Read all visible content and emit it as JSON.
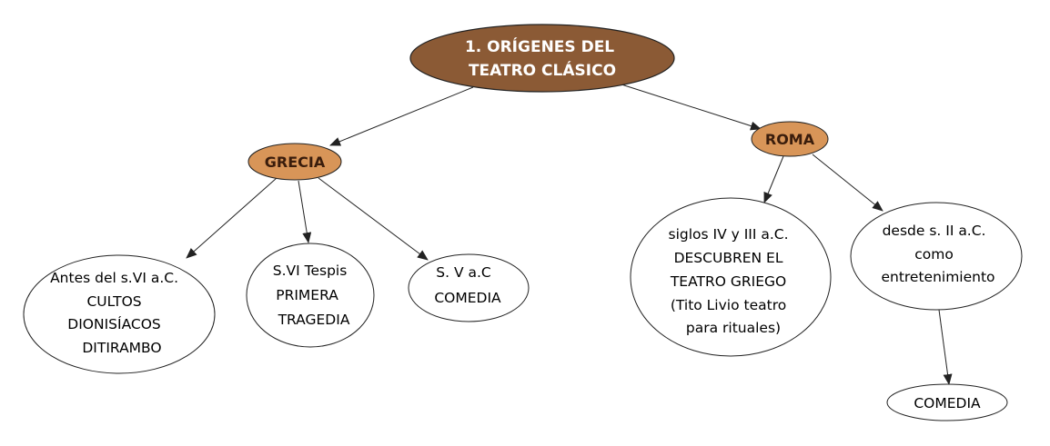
{
  "diagram": {
    "root": {
      "lines": [
        "1. ORÍGENES DEL",
        "TEATRO CLÁSICO"
      ],
      "fill": "#8b5a35"
    },
    "grecia": {
      "lines": [
        "GRECIA"
      ],
      "fill": "#d89558"
    },
    "roma": {
      "lines": [
        "ROMA"
      ],
      "fill": "#d89558"
    },
    "g1": {
      "lines": [
        "Antes del s.VI a.C.",
        "CULTOS",
        "DIONISÍACOS",
        "DITIRAMBO"
      ]
    },
    "g2": {
      "lines": [
        "S.VI Tespis",
        "PRIMERA",
        "TRAGEDIA"
      ]
    },
    "g3": {
      "lines": [
        "S. V a.C",
        "COMEDIA"
      ]
    },
    "r1": {
      "lines": [
        "siglos IV y III a.C.",
        "DESCUBREN EL",
        "TEATRO GRIEGO",
        "(Tito Livio teatro",
        "para rituales)"
      ]
    },
    "r2": {
      "lines": [
        "desde s. II a.C.",
        "como",
        "entretenimiento"
      ]
    },
    "r3": {
      "lines": [
        "COMEDIA"
      ]
    }
  }
}
